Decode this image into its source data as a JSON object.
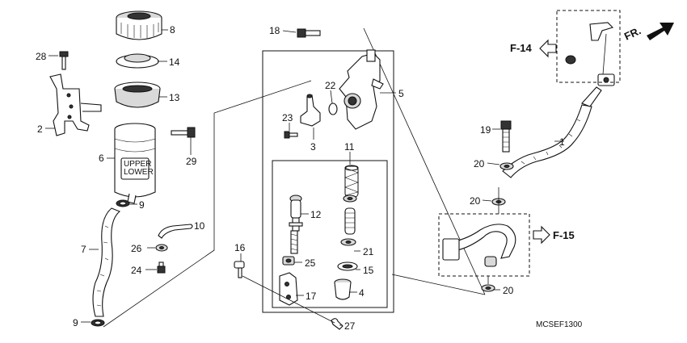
{
  "diagram": {
    "code": "MCSEF1300",
    "refs": {
      "f14": "F-14",
      "f15": "F-15",
      "fr": "FR."
    },
    "callouts": {
      "c1": "1",
      "c2": "2",
      "c3": "3",
      "c4": "4",
      "c5": "5",
      "c6": "6",
      "c7": "7",
      "c8": "8",
      "c9a": "9",
      "c9b": "9",
      "c10": "10",
      "c11": "11",
      "c12": "12",
      "c13": "13",
      "c14": "14",
      "c15": "15",
      "c16": "16",
      "c17": "17",
      "c18": "18",
      "c19": "19",
      "c20a": "20",
      "c20b": "20",
      "c20c": "20",
      "c21": "21",
      "c22": "22",
      "c23": "23",
      "c24": "24",
      "c25": "25",
      "c26": "26",
      "c27": "27",
      "c28": "28",
      "c29": "29"
    },
    "reservoir_marks": {
      "upper": "UPPER",
      "lower": "LOWER"
    }
  }
}
